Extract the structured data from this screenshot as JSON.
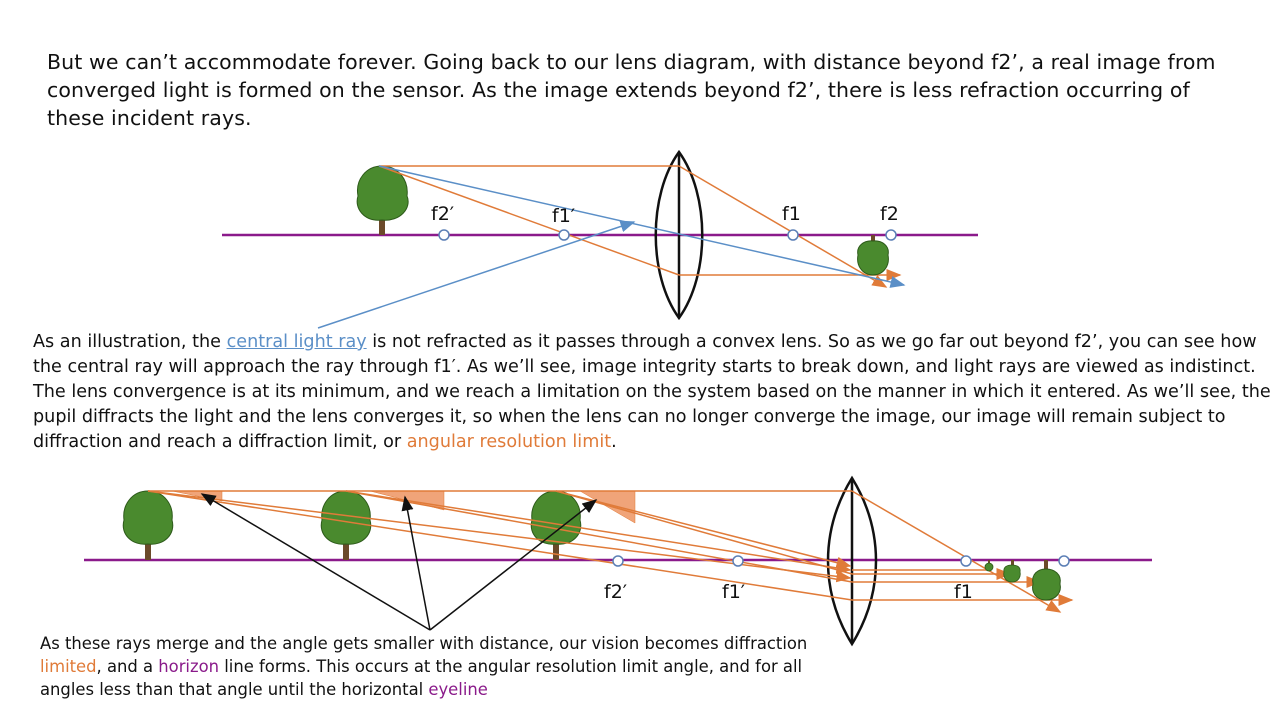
{
  "intro": "But we can’t accommodate forever.  Going back to our lens diagram, with distance beyond f2’, a real image from converged light is formed on the sensor.  As the image extends beyond f2’, there is less refraction occurring of these incident rays.",
  "middle": {
    "part1": "As an illustration, the ",
    "link": "central light ray",
    "part2": " is not refracted as it passes through a convex lens.  So as we go far out beyond f2’, you can see how the central ray will approach the ray through f1′.  As we’ll see, image integrity starts to break down, and light rays are viewed as indistinct.  The lens convergence is at its minimum, and we reach a limitation on the system based on the manner in which it entered.  As we’ll see, the pupil diffracts the light and the lens converges it, so when the lens can no longer converge the image, our image will remain subject to diffraction and reach a diffraction limit, or ",
    "highlight": "angular resolution limit",
    "part3": "."
  },
  "footer": {
    "part1": "As these rays merge and the angle gets smaller with distance, our vision becomes diffraction ",
    "limited": "limited",
    "part2": ", and a ",
    "horizon": "horizon",
    "part3": " line forms.  This occurs at the angular resolution limit angle, and for all angles less than that angle until the horizontal ",
    "eyeline": "eyeline"
  },
  "top_diagram": {
    "labels": {
      "f2p": "f2′",
      "f1p": "f1′",
      "f1": "f1",
      "f2": "f2"
    }
  },
  "bottom_diagram": {
    "labels": {
      "f2p": "f2′",
      "f1p": "f1′",
      "f1": "f1"
    }
  },
  "colors": {
    "axis": "#8b1a8b",
    "ray_orange": "#e07b39",
    "ray_blue": "#5b8fc7",
    "tree_green": "#4a8a2e",
    "trunk": "#6b4a2a",
    "wedge": "#f0a479"
  }
}
